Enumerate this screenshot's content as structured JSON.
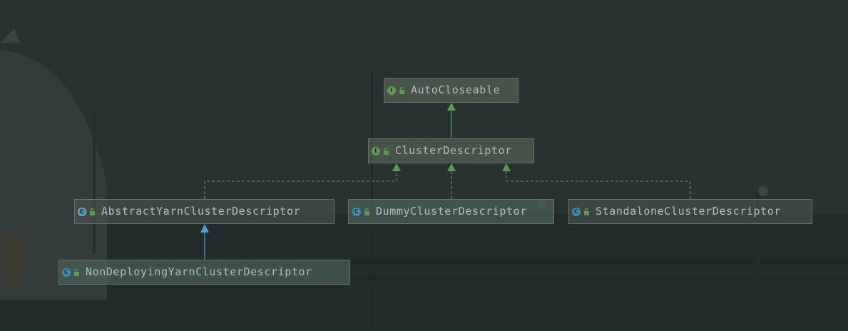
{
  "diagram": {
    "nodes": [
      {
        "id": "autocloseable",
        "label": "AutoCloseable",
        "kind": "I"
      },
      {
        "id": "clusterdescriptor",
        "label": "ClusterDescriptor",
        "kind": "I"
      },
      {
        "id": "abstractyarn",
        "label": "AbstractYarnClusterDescriptor",
        "kind": "C"
      },
      {
        "id": "dummy",
        "label": "DummyClusterDescriptor",
        "kind": "C"
      },
      {
        "id": "standalone",
        "label": "StandaloneClusterDescriptor",
        "kind": "C"
      },
      {
        "id": "nondeploying",
        "label": "NonDeployingYarnClusterDescriptor",
        "kind": "C"
      }
    ],
    "edges": [
      {
        "from": "clusterdescriptor",
        "to": "autocloseable",
        "relation": "extends",
        "style": "solid",
        "color": "#5e9a52"
      },
      {
        "from": "abstractyarn",
        "to": "clusterdescriptor",
        "relation": "implements",
        "style": "dashed",
        "color": "#5e9a52"
      },
      {
        "from": "dummy",
        "to": "clusterdescriptor",
        "relation": "implements",
        "style": "dashed",
        "color": "#5e9a52"
      },
      {
        "from": "standalone",
        "to": "clusterdescriptor",
        "relation": "implements",
        "style": "dashed",
        "color": "#5e9a52"
      },
      {
        "from": "nondeploying",
        "to": "abstractyarn",
        "relation": "extends",
        "style": "solid",
        "color": "#5a98d8"
      }
    ]
  },
  "colors": {
    "background": "#283230",
    "interface_icon": "#5e9a52",
    "class_icon": "#3d8fb0",
    "inherit_arrow": "#5e9a52",
    "class_extends_arrow": "#5a98d8",
    "text": "#b6bdb8"
  },
  "icons": {
    "interface": "interface-icon",
    "class": "class-icon",
    "abstract_class": "abstract-class-icon",
    "visibility": "public-lock-icon"
  }
}
